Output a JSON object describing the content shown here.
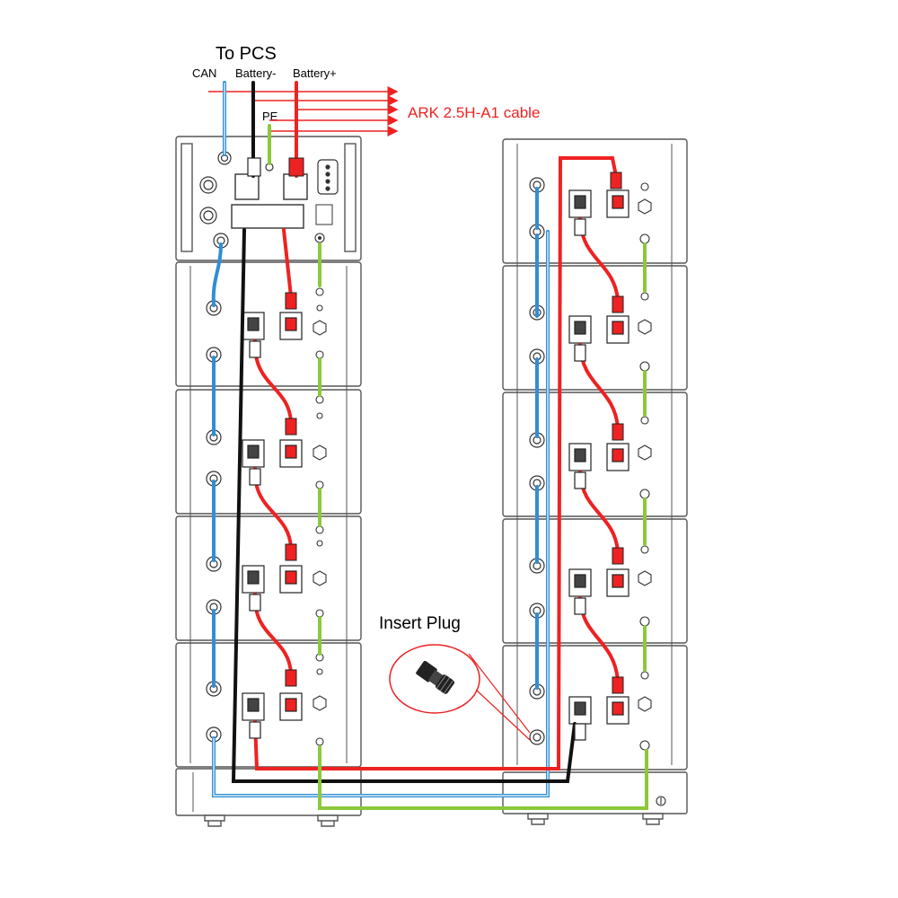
{
  "title": "To PCS",
  "top_labels": {
    "can": "CAN",
    "battery_minus": "Battery-",
    "battery_plus": "Battery+"
  },
  "cable_label": "ARK 2.5H-A1 cable",
  "pe_label": "PE",
  "insert_plug_label": "Insert Plug",
  "colors": {
    "can": "#2f8fd5",
    "battery_plus": "#ee2222",
    "battery_minus": "#111111",
    "pe": "#8cc83c",
    "outline": "#555555"
  },
  "stacks": {
    "left_modules": 4,
    "right_modules": 5
  }
}
